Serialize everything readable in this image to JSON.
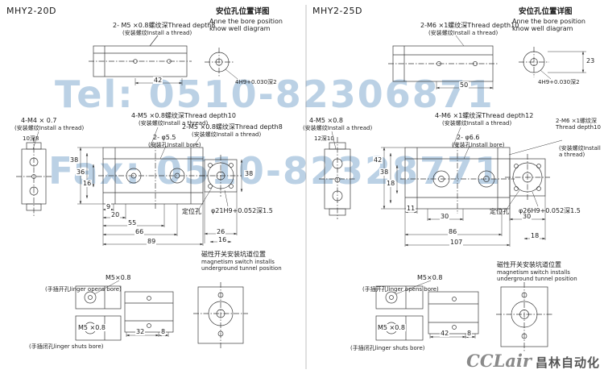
{
  "watermark": {
    "line1": "Tel: 0510-82306871",
    "line2": "Fax: 0510-82328771"
  },
  "logo": {
    "brand": "CCLair",
    "company": "昌林自动化"
  },
  "common": {
    "detail_title_cn": "安位孔位置详图",
    "detail_title_en": "Anne the bore position know well diagram",
    "install_thread": "(安装螺纹Install a thread)",
    "install_bore": "(安装孔Install bore)",
    "locating_hole": "定位孔",
    "magnet_cn": "磁性开关安装坑道位置",
    "magnet_en": "magnetism switch installs underground tunnel position",
    "finger_open": "(手插开孔linger opens bore)",
    "finger_shut": "(手插闭孔linger shuts bore)",
    "m5a": "M5×0.8",
    "m5b": "M5 ×0.8"
  },
  "left": {
    "model": "MHY2-20D",
    "top_thread": "2- M5 ×0.8螺纹深Thread depth8",
    "detail_note": "4H9+0.030深2",
    "end_thread": "4-M4 × 0.7",
    "end_note": "10深8",
    "main_thread": "4-M5 ×0.8螺纹深Thread depth10",
    "bore": "2- φ5.5",
    "side_thread": "2-M5 ×0.8螺纹深Thread depth8",
    "locating_spec": "φ21H9+0.052深1.5",
    "dims": {
      "top_w": "42",
      "v1": "38",
      "v2": "36",
      "v3": "16",
      "h1": "9",
      "h2": "20",
      "h3": "55",
      "h4": "66",
      "h5": "89",
      "d1": "26",
      "d2": "16",
      "d3": "38",
      "b1": "32",
      "b2": "8"
    }
  },
  "right": {
    "model": "MHY2-25D",
    "top_thread": "2-M6 ×1螺纹深Thread depth10",
    "detail_note": "4H9+0.030深2",
    "end_thread": "4-M5 ×0.8",
    "end_note": "12深10",
    "main_thread": "4-M6 ×1螺纹深Thread depth12",
    "bore": "2- φ6.6",
    "side_thread": "2-M6 ×1螺纹深Thread depth10",
    "locating_spec": "φ26H9+0.052深1.5",
    "dims": {
      "top_w": "50",
      "top_h": "23",
      "v1": "42",
      "v2": "38",
      "v3": "18",
      "h1": "11",
      "h2": "30",
      "h3": "86",
      "h4": "107",
      "d1": "30",
      "d2": "18",
      "b1": "42",
      "b2": "8"
    }
  }
}
